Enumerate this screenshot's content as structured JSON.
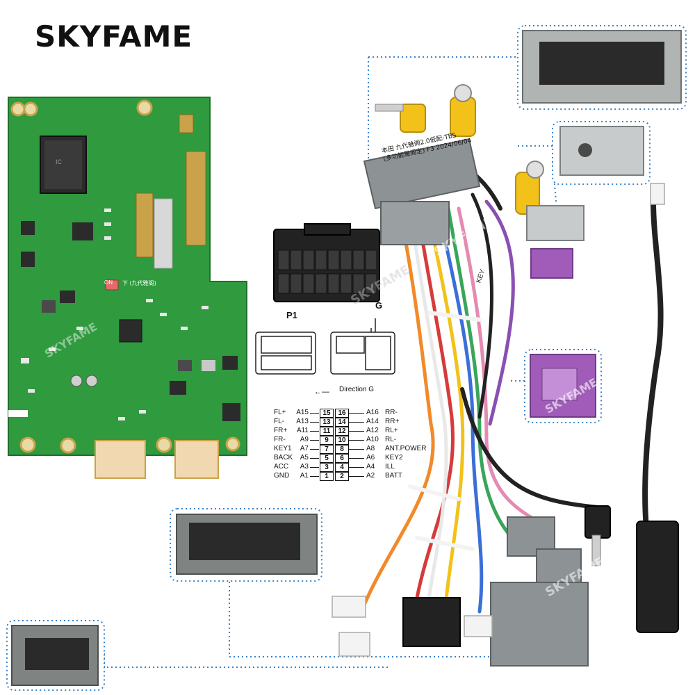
{
  "brand": {
    "name": "SKYFAME",
    "watermark": "SKYFAME"
  },
  "board": {
    "switch_label": "ON",
    "switch_text": "下 (九代雅阁)",
    "chip_text": "IC"
  },
  "harness": {
    "label_line1": "本田 九代雅阁2.0低配-TBS",
    "label_line2": "(多功能雅阁定) F3 2024/06/04",
    "sleeve_text": "KEY"
  },
  "connectors": {
    "p1_label": "P1",
    "g_label": "G",
    "direction": "Direction G"
  },
  "pinout": [
    {
      "l_label": "FL+",
      "l_code": "A15",
      "l_num": "15",
      "r_num": "16",
      "r_code": "A16",
      "r_label": "RR-"
    },
    {
      "l_label": "FL-",
      "l_code": "A13",
      "l_num": "13",
      "r_num": "14",
      "r_code": "A14",
      "r_label": "RR+"
    },
    {
      "l_label": "FR+",
      "l_code": "A11",
      "l_num": "11",
      "r_num": "12",
      "r_code": "A12",
      "r_label": "RL+"
    },
    {
      "l_label": "FR-",
      "l_code": "A9",
      "l_num": "9",
      "r_num": "10",
      "r_code": "A10",
      "r_label": "RL-"
    },
    {
      "l_label": "KEY1",
      "l_code": "A7",
      "l_num": "7",
      "r_num": "8",
      "r_code": "A8",
      "r_label": "ANT.POWER"
    },
    {
      "l_label": "BACK",
      "l_code": "A5",
      "l_num": "5",
      "r_num": "6",
      "r_code": "A6",
      "r_label": "KEY2"
    },
    {
      "l_label": "ACC",
      "l_code": "A3",
      "l_num": "3",
      "r_num": "4",
      "r_code": "A4",
      "r_label": "ILL"
    },
    {
      "l_label": "GND",
      "l_code": "A1",
      "l_num": "1",
      "r_num": "2",
      "r_code": "A2",
      "r_label": "BATT"
    }
  ],
  "colors": {
    "pcb": "#2f9a3e",
    "pcb_dark": "#1f6f2a",
    "gold": "#c9a24a",
    "connector_grey": "#9aa0a1",
    "connector_dark": "#5c6062",
    "accent_blue": "#3a84c9",
    "rca_yellow": "#f2c21b",
    "purple": "#a05cb8"
  }
}
